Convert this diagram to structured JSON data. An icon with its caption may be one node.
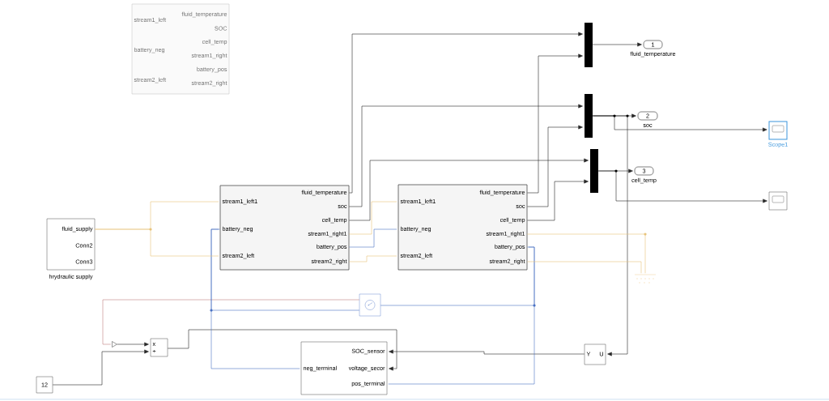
{
  "diagram": {
    "nodes": [
      {
        "text": [
          "stream1_left",
          "battery_neg",
          "stream2_left",
          "fluid_temperature",
          "SOC",
          "cell_temp",
          "stream1_right",
          "battery_pos",
          "stream2_right"
        ]
      },
      {
        "text": [
          "fluid_supply",
          "Conn2",
          "Conn3"
        ],
        "beside": [
          "hrydraulic supply"
        ]
      },
      {
        "text": [
          "stream1_left1",
          "battery_neg",
          "stream2_left",
          "fluid_temperature",
          "soc",
          "cell_temp",
          "stream1_right1",
          "battery_pos",
          "stream2_right"
        ]
      },
      {
        "text": [
          "stream1_left1",
          "battery_neg",
          "stream2_left",
          "fluid_temperature",
          "soc",
          "cell_temp",
          "stream1_right1",
          "battery_pos",
          "stream2_right"
        ]
      },
      {
        "text": [],
        "shape": "bar"
      },
      {
        "text": [],
        "shape": "bar"
      },
      {
        "text": [],
        "shape": "bar"
      },
      {
        "text": [
          "1"
        ],
        "beside": [
          "fluid_temperature"
        ]
      },
      {
        "text": [
          "2"
        ],
        "beside": [
          "soc"
        ]
      },
      {
        "text": [
          "3"
        ],
        "beside": [
          "cell_temp"
        ]
      },
      {
        "text": [],
        "shape": "box",
        "beside": [
          "Scope1"
        ]
      },
      {
        "text": [],
        "shape": "box"
      },
      {
        "text": [],
        "shape": "ground"
      },
      {
        "text": [],
        "shape": "box"
      },
      {
        "text": [
          "x",
          "÷"
        ]
      },
      {
        "text": [
          "12"
        ]
      },
      {
        "text": [
          "SOC_sensor",
          "neg_terminal",
          "voltage_secor",
          "pos_terminal"
        ]
      },
      {
        "text": [
          "Y",
          "U"
        ]
      },
      {
        "text": [],
        "shape": "triangle"
      }
    ],
    "edges": [
      {
        "from": 2,
        "to": 4,
        "arrow": "to"
      },
      {
        "from": 3,
        "to": 4,
        "arrow": "to"
      },
      {
        "from": 2,
        "to": 5,
        "arrow": "to"
      },
      {
        "from": 3,
        "to": 5,
        "arrow": "to"
      },
      {
        "from": 2,
        "to": 6,
        "arrow": "to"
      },
      {
        "from": 3,
        "to": 6,
        "arrow": "to"
      },
      {
        "from": 4,
        "to": 7,
        "arrow": "to"
      },
      {
        "from": 5,
        "to": 8,
        "arrow": "to"
      },
      {
        "from": 5,
        "to": 10,
        "arrow": "to"
      },
      {
        "from": 6,
        "to": 9,
        "arrow": "to"
      },
      {
        "from": 6,
        "to": 11,
        "arrow": "to"
      },
      {
        "from": 5,
        "to": 17,
        "arrow": "to"
      },
      {
        "from": 17,
        "to": 16,
        "arrow": "to"
      },
      {
        "from": 14,
        "to": 16,
        "arrow": "to"
      },
      {
        "from": 15,
        "to": 14,
        "arrow": "to"
      },
      {
        "from": 18,
        "to": 14,
        "arrow": "to"
      },
      {
        "from": 13,
        "to": 18,
        "arrow": "none",
        "color": "#c08080"
      },
      {
        "from": 2,
        "to": 16,
        "arrow": "none",
        "color": "#4a72c4"
      },
      {
        "from": 13,
        "to": 2,
        "arrow": "none",
        "color": "#4a72c4"
      },
      {
        "from": 2,
        "to": 3,
        "arrow": "none",
        "color": "#4a72c4"
      },
      {
        "from": 3,
        "to": 16,
        "arrow": "none",
        "color": "#4a72c4"
      },
      {
        "from": 13,
        "to": 3,
        "arrow": "none",
        "color": "#4a72c4"
      },
      {
        "from": 1,
        "to": 2,
        "arrow": "none",
        "color": "#e8c37a"
      },
      {
        "from": 1,
        "to": 2,
        "arrow": "none",
        "color": "#e8c37a"
      },
      {
        "from": 2,
        "to": 3,
        "arrow": "none",
        "color": "#e8c37a"
      },
      {
        "from": 2,
        "to": 3,
        "arrow": "none",
        "color": "#e8c37a"
      },
      {
        "from": 3,
        "to": 12,
        "arrow": "none",
        "color": "#e8c37a"
      },
      {
        "from": 3,
        "to": 12,
        "arrow": "none",
        "color": "#e8c37a"
      }
    ]
  }
}
